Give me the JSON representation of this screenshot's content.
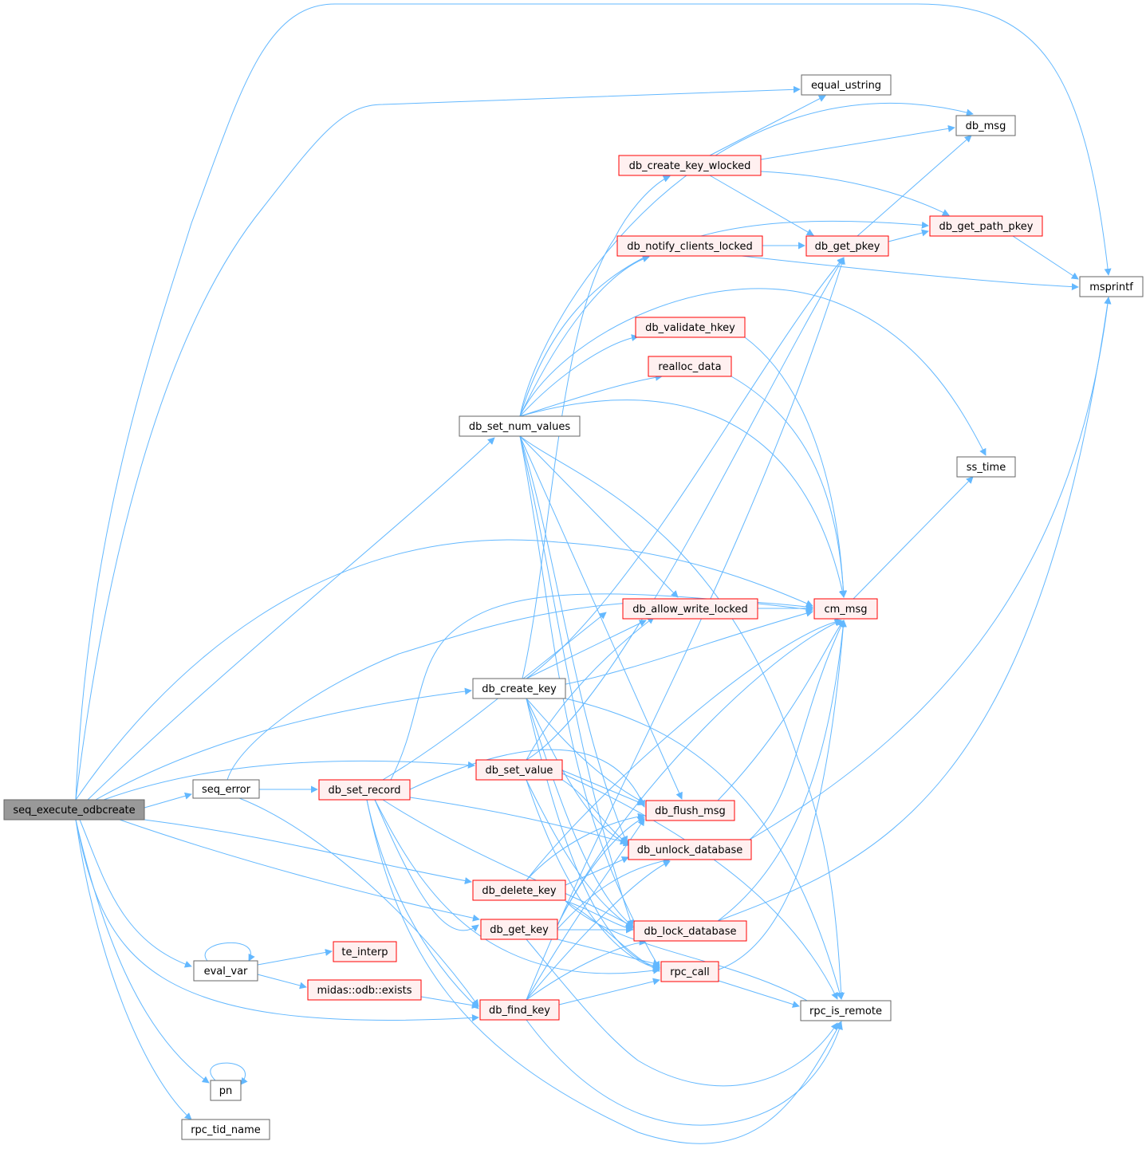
{
  "colors": {
    "edge": "#63b8ff",
    "root_fill": "#999999",
    "root_border": "#666666",
    "plain_fill": "#ffffff",
    "plain_border": "#666666",
    "truncated_fill": "#fff0f0",
    "truncated_border": "#ff0000"
  },
  "nodes": {
    "seq_execute_odbcreate": "seq_execute_odbcreate",
    "seq_error": "seq_error",
    "eval_var": "eval_var",
    "pn": "pn",
    "rpc_tid_name": "rpc_tid_name",
    "te_interp": "te_interp",
    "midas_odb_exists": "midas::odb::exists",
    "db_set_record": "db_set_record",
    "db_set_num_values": "db_set_num_values",
    "db_create_key": "db_create_key",
    "db_set_value": "db_set_value",
    "db_delete_key": "db_delete_key",
    "db_get_key": "db_get_key",
    "db_find_key": "db_find_key",
    "db_create_key_wlocked": "db_create_key_wlocked",
    "db_notify_clients_locked": "db_notify_clients_locked",
    "db_validate_hkey": "db_validate_hkey",
    "realloc_data": "realloc_data",
    "db_allow_write_locked": "db_allow_write_locked",
    "db_flush_msg": "db_flush_msg",
    "db_unlock_database": "db_unlock_database",
    "db_lock_database": "db_lock_database",
    "rpc_call": "rpc_call",
    "equal_ustring": "equal_ustring",
    "db_msg": "db_msg",
    "db_get_path_pkey": "db_get_path_pkey",
    "db_get_pkey": "db_get_pkey",
    "msprintf": "msprintf",
    "ss_time": "ss_time",
    "cm_msg": "cm_msg",
    "rpc_is_remote": "rpc_is_remote"
  }
}
